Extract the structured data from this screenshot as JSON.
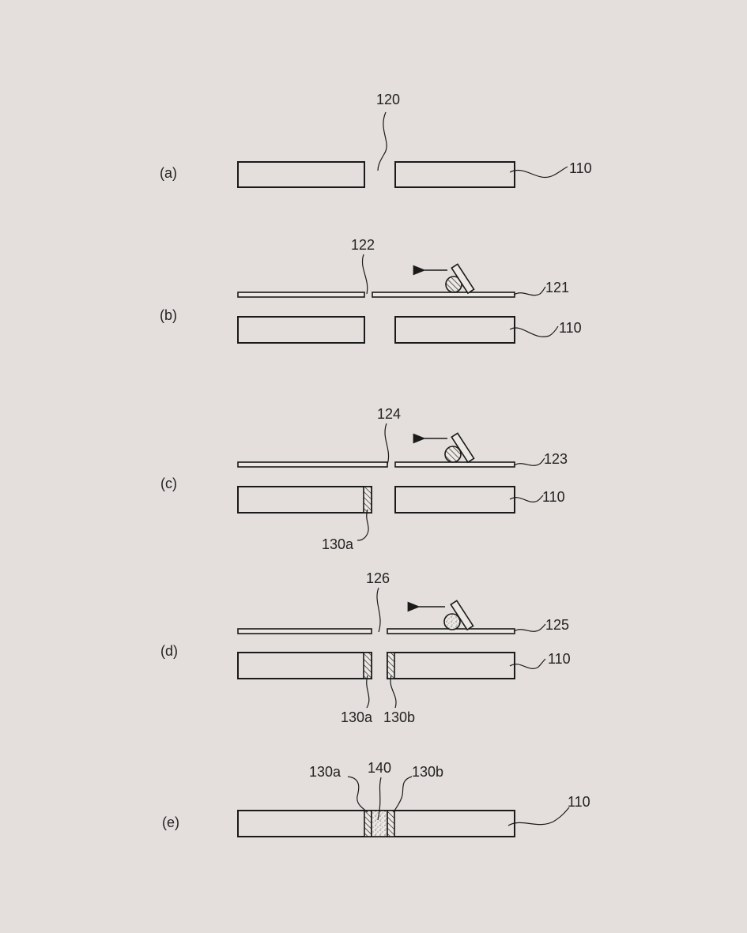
{
  "panels": {
    "a": {
      "label": "(a)",
      "refs": {
        "gap": "120",
        "substrate": "110"
      }
    },
    "b": {
      "label": "(b)",
      "refs": {
        "gap": "122",
        "mask": "121",
        "substrate": "110"
      }
    },
    "c": {
      "label": "(c)",
      "refs": {
        "gap": "124",
        "mask": "123",
        "substrate": "110",
        "layer_a": "130a"
      }
    },
    "d": {
      "label": "(d)",
      "refs": {
        "gap": "126",
        "mask": "125",
        "substrate": "110",
        "layer_a": "130a",
        "layer_b": "130b"
      }
    },
    "e": {
      "label": "(e)",
      "refs": {
        "layer_a": "130a",
        "fill": "140",
        "layer_b": "130b",
        "substrate": "110"
      }
    }
  },
  "colors": {
    "background": "#e4dfdc",
    "line": "#1a1a1a"
  }
}
